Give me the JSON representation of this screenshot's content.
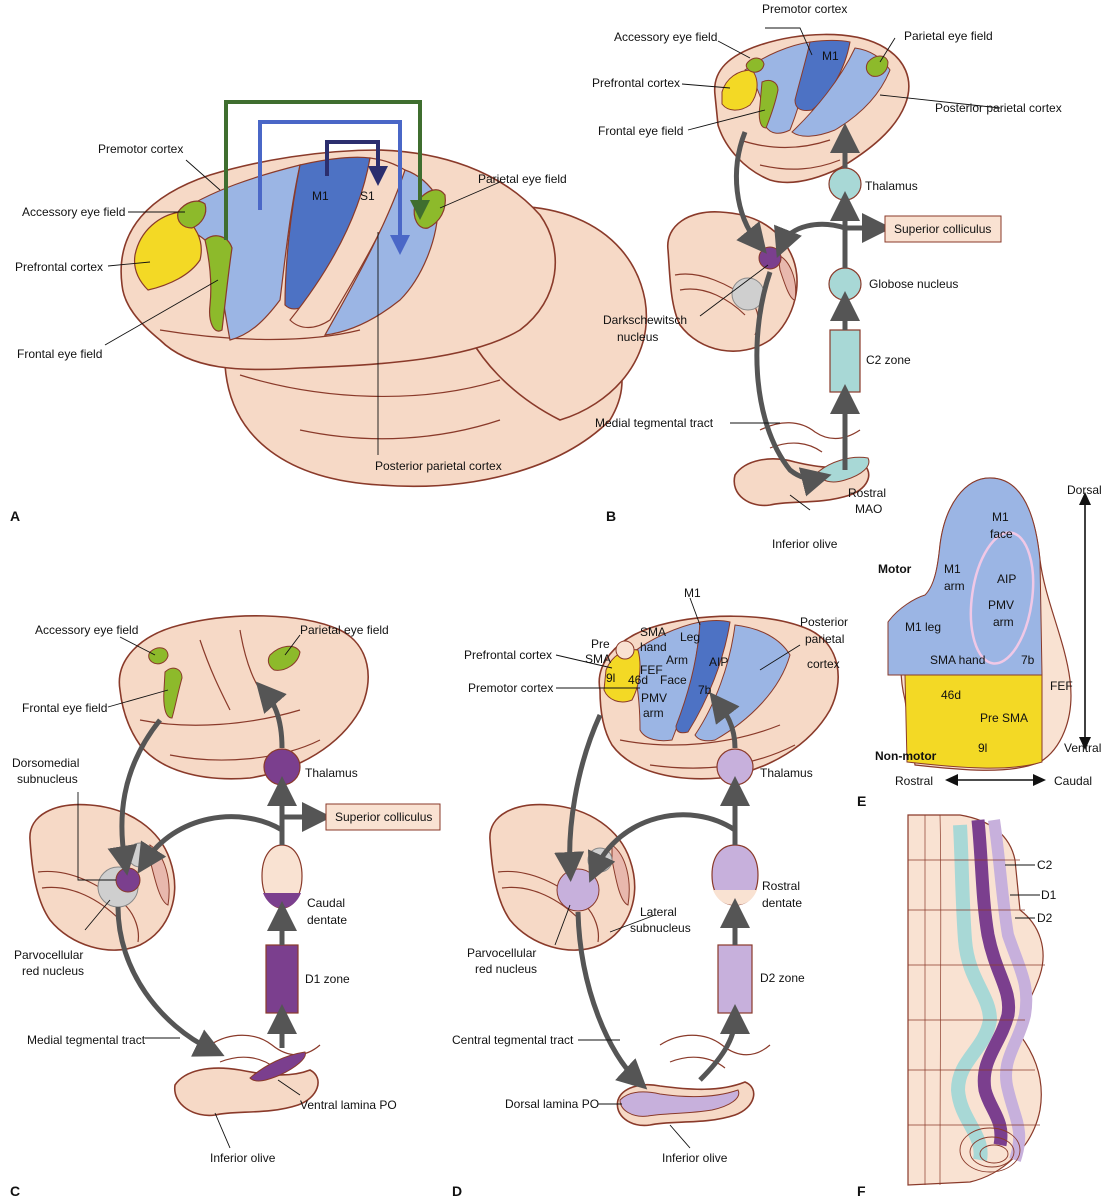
{
  "colors": {
    "brain_fill": "#f6d9c6",
    "outline": "#8a3a2a",
    "motor_blue": "#9bb5e4",
    "m1_dark_blue": "#4d72c4",
    "eye_field_green": "#8dba2b",
    "prefrontal_yellow": "#f3d925",
    "teal": "#a8d8d6",
    "dark_purple": "#7b3f8e",
    "light_purple": "#c7b0dc",
    "green_path": "#3f6e2f",
    "blue_path": "#4a67c7",
    "navy_path": "#2b2e6e",
    "arrow_gray": "#555555"
  },
  "panels": {
    "A": {
      "letter": "A",
      "labels": {
        "premotor": "Premotor cortex",
        "accessory": "Accessory eye field",
        "prefrontal": "Prefrontal cortex",
        "frontal_eye": "Frontal eye field",
        "m1": "M1",
        "s1": "S1",
        "parietal_eye": "Parietal eye field",
        "posterior_parietal": "Posterior parietal cortex"
      }
    },
    "B": {
      "letter": "B",
      "labels": {
        "premotor": "Premotor cortex",
        "accessory": "Accessory eye field",
        "m1": "M1",
        "parietal_eye": "Parietal eye field",
        "prefrontal": "Prefrontal cortex",
        "posterior_parietal": "Posterior parietal cortex",
        "frontal_eye": "Frontal eye field",
        "thalamus": "Thalamus",
        "superior_colliculus": "Superior colliculus",
        "globose": "Globose nucleus",
        "darkschewitsch_1": "Darkschewitsch",
        "darkschewitsch_2": "nucleus",
        "c2_zone": "C2 zone",
        "medial_tract": "Medial tegmental tract",
        "rostral": "Rostral",
        "mao": "MAO",
        "inferior_olive": "Inferior olive"
      }
    },
    "C": {
      "letter": "C",
      "labels": {
        "accessory": "Accessory eye field",
        "parietal_eye": "Parietal eye field",
        "frontal_eye": "Frontal eye field",
        "dorsomedial_1": "Dorsomedial",
        "dorsomedial_2": "subnucleus",
        "thalamus": "Thalamus",
        "superior_colliculus": "Superior colliculus",
        "caudal": "Caudal",
        "dentate": "dentate",
        "parvocellular_1": "Parvocellular",
        "parvocellular_2": "red nucleus",
        "d1_zone": "D1 zone",
        "medial_tract": "Medial tegmental tract",
        "ventral_lamina": "Ventral lamina PO",
        "inferior_olive": "Inferior olive"
      }
    },
    "D": {
      "letter": "D",
      "labels": {
        "m1": "M1",
        "prefrontal": "Prefrontal cortex",
        "posterior_1": "Posterior",
        "posterior_2": "parietal",
        "posterior_3": "cortex",
        "premotor": "Premotor cortex",
        "pre": "Pre",
        "sma": "SMA",
        "sma2": "SMA",
        "hand": "hand",
        "leg": "Leg",
        "arm": "Arm",
        "face": "Face",
        "fef": "FEF",
        "nine_l": "9l",
        "d46": "46d",
        "pmv": "PMV",
        "pmv_arm": "arm",
        "aip": "AIP",
        "b7": "7b",
        "thalamus": "Thalamus",
        "rostral": "Rostral",
        "dentate": "dentate",
        "lateral_1": "Lateral",
        "lateral_2": "subnucleus",
        "parvocellular_1": "Parvocellular",
        "parvocellular_2": "red nucleus",
        "d2_zone": "D2 zone",
        "central_tract": "Central tegmental tract",
        "dorsal_lamina": "Dorsal lamina PO",
        "inferior_olive": "Inferior olive"
      }
    },
    "E": {
      "letter": "E",
      "labels": {
        "dorsal": "Dorsal",
        "ventral": "Ventral",
        "rostral": "Rostral",
        "caudal": "Caudal",
        "motor": "Motor",
        "non_motor": "Non-motor",
        "m1": "M1",
        "face": "face",
        "m1b": "M1",
        "arm": "arm",
        "aip": "AIP",
        "pmv": "PMV",
        "pmv_arm": "arm",
        "m1_leg": "M1 leg",
        "sma_hand": "SMA hand",
        "b7": "7b",
        "fef": "FEF",
        "d46": "46d",
        "pre_sma": "Pre SMA",
        "nine_l": "9l"
      }
    },
    "F": {
      "letter": "F",
      "labels": {
        "c2": "C2",
        "d1": "D1",
        "d2": "D2"
      }
    }
  }
}
